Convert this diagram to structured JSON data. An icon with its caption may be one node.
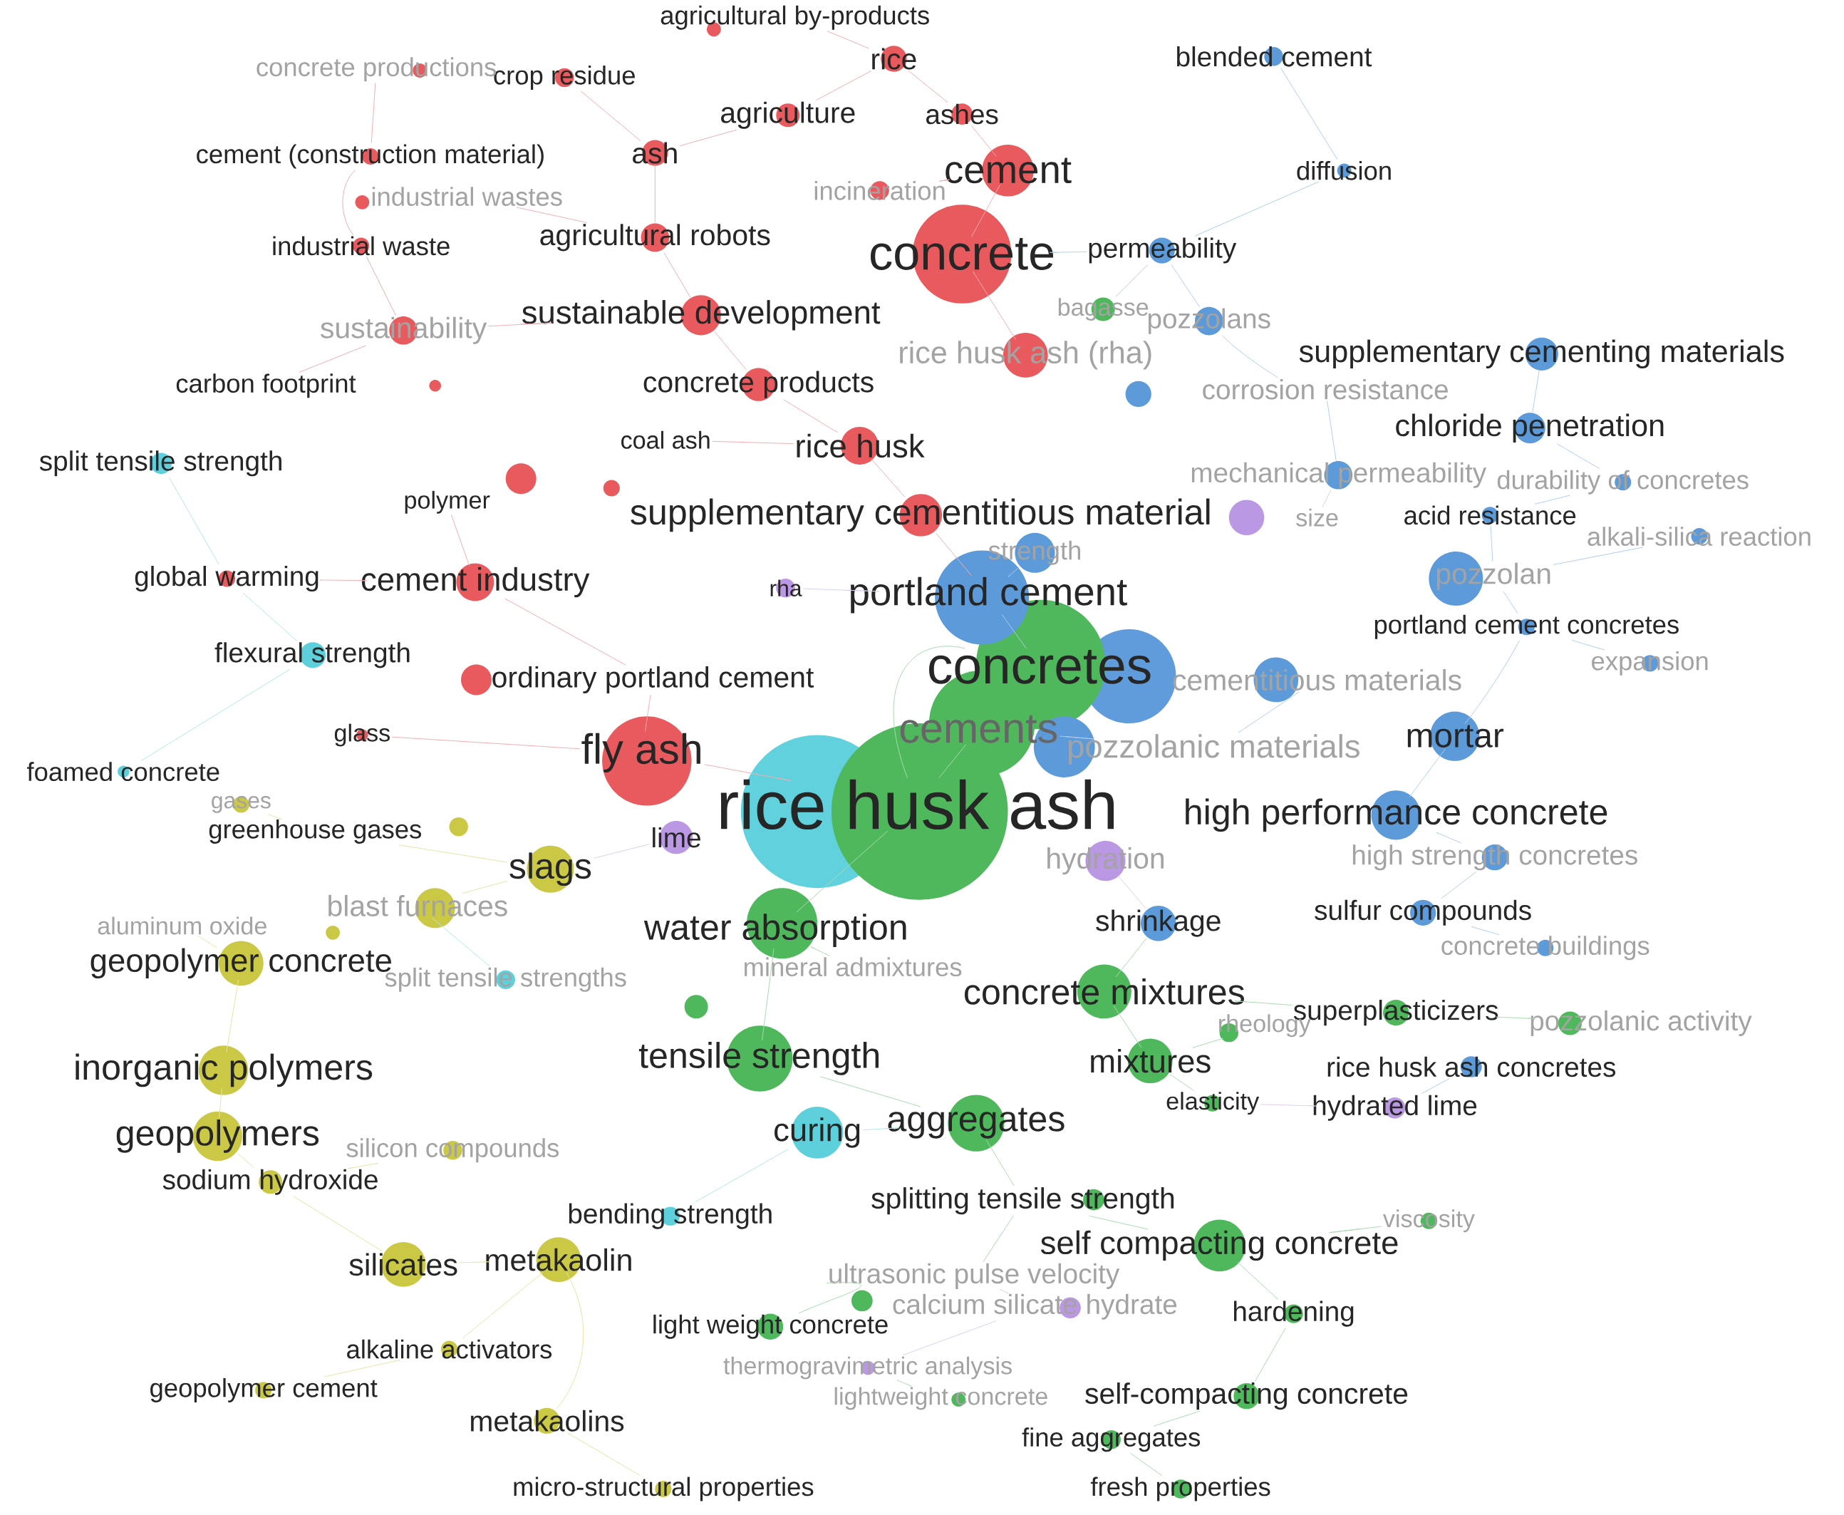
{
  "diagram": {
    "nodes": [
      {
        "text": [
          "agricultural by-products"
        ]
      },
      {
        "text": [
          "rice"
        ]
      },
      {
        "text": [
          "crop residue"
        ]
      },
      {
        "text": [
          "agriculture"
        ]
      },
      {
        "text": [
          "ashes"
        ]
      },
      {
        "text": [
          "cement (construction material)"
        ]
      },
      {
        "text": [
          "ash"
        ]
      },
      {
        "text": [
          "cement"
        ]
      },
      {
        "text": [
          "industrial wastes"
        ]
      },
      {
        "text": [
          "incineration"
        ]
      },
      {
        "text": [
          "industrial waste"
        ]
      },
      {
        "text": [
          "agricultural robots"
        ]
      },
      {
        "text": [
          "concrete"
        ]
      },
      {
        "text": [
          "sustainable development"
        ]
      },
      {
        "text": [
          "sustainability"
        ]
      },
      {
        "text": [
          "carbon footprint"
        ]
      },
      {
        "text": [
          "concrete products"
        ]
      },
      {
        "text": [
          "coal ash"
        ]
      },
      {
        "text": [
          "rice husk"
        ]
      },
      {
        "text": [
          "split tensile strength"
        ]
      },
      {
        "text": [
          "polymer"
        ]
      },
      {
        "text": [
          "supplementary cementitious material"
        ]
      },
      {
        "text": [
          "global warming"
        ]
      },
      {
        "text": [
          "cement industry"
        ]
      },
      {
        "text": [
          "flexural strength"
        ]
      },
      {
        "text": [
          "ordinary portland cement"
        ]
      },
      {
        "text": [
          "glass"
        ]
      },
      {
        "text": [
          "foamed concrete"
        ]
      },
      {
        "text": [
          "fly ash"
        ]
      },
      {
        "text": [
          "rice husk ash"
        ]
      },
      {
        "text": [
          "portland cement"
        ]
      },
      {
        "text": [
          "rha"
        ]
      },
      {
        "text": [
          "concretes"
        ]
      },
      {
        "text": [
          "cements"
        ]
      },
      {
        "text": [
          "pozzolanic materials"
        ]
      },
      {
        "text": [
          "lime"
        ]
      },
      {
        "text": [
          "slags"
        ]
      },
      {
        "text": [
          "greenhouse gases"
        ]
      },
      {
        "text": [
          "gases"
        ]
      },
      {
        "text": [
          "aluminum oxide"
        ]
      },
      {
        "text": [
          "blast furnaces"
        ]
      },
      {
        "text": [
          "geopolymer concrete"
        ]
      },
      {
        "text": [
          "split tensile strengths"
        ]
      },
      {
        "text": [
          "water absorption"
        ]
      },
      {
        "text": [
          "mineral admixtures"
        ]
      },
      {
        "text": [
          "inorganic polymers"
        ]
      },
      {
        "text": [
          "tensile strength"
        ]
      },
      {
        "text": [
          "geopolymers"
        ]
      },
      {
        "text": [
          "silicon compounds"
        ]
      },
      {
        "text": [
          "sodium hydroxide"
        ]
      },
      {
        "text": [
          "curing"
        ]
      },
      {
        "text": [
          "aggregates"
        ]
      },
      {
        "text": [
          "bending strength"
        ]
      },
      {
        "text": [
          "splitting tensile strength"
        ]
      },
      {
        "text": [
          "silicates"
        ]
      },
      {
        "text": [
          "metakaolin"
        ]
      },
      {
        "text": [
          "self compacting concrete"
        ]
      },
      {
        "text": [
          "ultrasonic pulse velocity"
        ]
      },
      {
        "text": [
          "calcium silicate hydrate"
        ]
      },
      {
        "text": [
          "light weight concrete"
        ]
      },
      {
        "text": [
          "alkaline activators"
        ]
      },
      {
        "text": [
          "hardening"
        ]
      },
      {
        "text": [
          "geopolymer cement"
        ]
      },
      {
        "text": [
          "thermogravimetric analysis"
        ]
      },
      {
        "text": [
          "lightweight concrete"
        ]
      },
      {
        "text": [
          "self-compacting concrete"
        ]
      },
      {
        "text": [
          "metakaolins"
        ]
      },
      {
        "text": [
          "fine aggregates"
        ]
      },
      {
        "text": [
          "micro-structural properties"
        ]
      },
      {
        "text": [
          "fresh properties"
        ]
      },
      {
        "text": [
          "blended cement"
        ]
      },
      {
        "text": [
          "diffusion"
        ]
      },
      {
        "text": [
          "permeability"
        ]
      },
      {
        "text": [
          "bagasse"
        ]
      },
      {
        "text": [
          "pozzolans"
        ]
      },
      {
        "text": [
          "rice husk ash (rha)"
        ]
      },
      {
        "text": [
          "supplementary cementing materials"
        ]
      },
      {
        "text": [
          "corrosion resistance"
        ]
      },
      {
        "text": [
          "chloride penetration"
        ]
      },
      {
        "text": [
          "mechanical permeability"
        ]
      },
      {
        "text": [
          "durability of concretes"
        ]
      },
      {
        "text": [
          "acid resistance"
        ]
      },
      {
        "text": [
          "alkali-silica reaction"
        ]
      },
      {
        "text": [
          "portland cement concretes"
        ]
      },
      {
        "text": [
          "expansion"
        ]
      },
      {
        "text": [
          "mortar"
        ]
      },
      {
        "text": [
          "high performance concrete"
        ]
      },
      {
        "text": [
          "hydration"
        ]
      },
      {
        "text": [
          "high strength concretes"
        ]
      },
      {
        "text": [
          "shrinkage"
        ]
      },
      {
        "text": [
          "sulfur compounds"
        ]
      },
      {
        "text": [
          "concrete buildings"
        ]
      },
      {
        "text": [
          "concrete mixtures"
        ]
      },
      {
        "text": [
          "superplasticizers"
        ]
      },
      {
        "text": [
          "pozzolanic activity"
        ]
      },
      {
        "text": [
          "mixtures"
        ]
      },
      {
        "text": [
          "rice husk ash concretes"
        ]
      },
      {
        "text": [
          "elasticity"
        ]
      },
      {
        "text": [
          "hydrated lime"
        ]
      },
      {
        "text": [
          "viscosity"
        ]
      },
      {
        "text": [
          "concrete productions"
        ]
      },
      {
        "text": [
          "strength"
        ]
      },
      {
        "text": [
          "size"
        ]
      },
      {
        "text": [
          "pozzolan"
        ]
      },
      {
        "text": [
          "cementitious materials"
        ]
      },
      {
        "text": [
          "rheology"
        ]
      }
    ],
    "edges": [
      {
        "from": 0,
        "to": 1,
        "arrow": "none"
      },
      {
        "from": 1,
        "to": 4,
        "arrow": "none"
      },
      {
        "from": 3,
        "to": 1,
        "arrow": "none"
      },
      {
        "from": 6,
        "to": 3,
        "arrow": "none"
      },
      {
        "from": 2,
        "to": 6,
        "arrow": "none"
      },
      {
        "from": 100,
        "to": 5,
        "arrow": "none"
      },
      {
        "from": 5,
        "to": 10,
        "arrow": "none"
      },
      {
        "from": 8,
        "to": 11,
        "arrow": "none"
      },
      {
        "from": 9,
        "to": 7,
        "arrow": "none"
      },
      {
        "from": 4,
        "to": 7,
        "arrow": "none"
      },
      {
        "from": 7,
        "to": 12,
        "arrow": "none"
      },
      {
        "from": 11,
        "to": 13,
        "arrow": "none"
      },
      {
        "from": 6,
        "to": 11,
        "arrow": "none"
      },
      {
        "from": 10,
        "to": 14,
        "arrow": "none"
      },
      {
        "from": 14,
        "to": 13,
        "arrow": "none"
      },
      {
        "from": 15,
        "to": 14,
        "arrow": "none"
      },
      {
        "from": 13,
        "to": 16,
        "arrow": "none"
      },
      {
        "from": 16,
        "to": 18,
        "arrow": "none"
      },
      {
        "from": 17,
        "to": 18,
        "arrow": "none"
      },
      {
        "from": 18,
        "to": 21,
        "arrow": "none"
      },
      {
        "from": 20,
        "to": 23,
        "arrow": "none"
      },
      {
        "from": 22,
        "to": 23,
        "arrow": "none"
      },
      {
        "from": 23,
        "to": 25,
        "arrow": "none"
      },
      {
        "from": 25,
        "to": 28,
        "arrow": "none"
      },
      {
        "from": 26,
        "to": 28,
        "arrow": "none"
      },
      {
        "from": 28,
        "to": 29,
        "arrow": "none"
      },
      {
        "from": 21,
        "to": 30,
        "arrow": "none"
      },
      {
        "from": 75,
        "to": 12,
        "arrow": "none"
      },
      {
        "from": 19,
        "to": 22,
        "arrow": "none"
      },
      {
        "from": 24,
        "to": 22,
        "arrow": "none"
      },
      {
        "from": 27,
        "to": 24,
        "arrow": "none"
      },
      {
        "from": 50,
        "to": 51,
        "arrow": "none"
      },
      {
        "from": 52,
        "to": 50,
        "arrow": "none"
      },
      {
        "from": 35,
        "to": 36,
        "arrow": "none"
      },
      {
        "from": 37,
        "to": 36,
        "arrow": "none"
      },
      {
        "from": 38,
        "to": 37,
        "arrow": "none"
      },
      {
        "from": 39,
        "to": 41,
        "arrow": "none"
      },
      {
        "from": 40,
        "to": 36,
        "arrow": "none"
      },
      {
        "from": 41,
        "to": 45,
        "arrow": "none"
      },
      {
        "from": 45,
        "to": 47,
        "arrow": "none"
      },
      {
        "from": 47,
        "to": 49,
        "arrow": "none"
      },
      {
        "from": 48,
        "to": 49,
        "arrow": "none"
      },
      {
        "from": 54,
        "to": 49,
        "arrow": "none"
      },
      {
        "from": 55,
        "to": 54,
        "arrow": "none"
      },
      {
        "from": 60,
        "to": 55,
        "arrow": "none"
      },
      {
        "from": 62,
        "to": 60,
        "arrow": "none"
      },
      {
        "from": 66,
        "to": 55,
        "arrow": "none"
      },
      {
        "from": 68,
        "to": 66,
        "arrow": "none"
      },
      {
        "from": 42,
        "to": 40,
        "arrow": "none"
      },
      {
        "from": 32,
        "to": 29,
        "arrow": "none"
      },
      {
        "from": 33,
        "to": 29,
        "arrow": "none"
      },
      {
        "from": 43,
        "to": 29,
        "arrow": "none"
      },
      {
        "from": 44,
        "to": 43,
        "arrow": "none"
      },
      {
        "from": 46,
        "to": 43,
        "arrow": "none"
      },
      {
        "from": 51,
        "to": 46,
        "arrow": "none"
      },
      {
        "from": 53,
        "to": 51,
        "arrow": "none"
      },
      {
        "from": 56,
        "to": 53,
        "arrow": "none"
      },
      {
        "from": 57,
        "to": 53,
        "arrow": "none"
      },
      {
        "from": 59,
        "to": 57,
        "arrow": "none"
      },
      {
        "from": 61,
        "to": 56,
        "arrow": "none"
      },
      {
        "from": 65,
        "to": 61,
        "arrow": "none"
      },
      {
        "from": 67,
        "to": 65,
        "arrow": "none"
      },
      {
        "from": 69,
        "to": 67,
        "arrow": "none"
      },
      {
        "from": 73,
        "to": 72,
        "arrow": "none"
      },
      {
        "from": 92,
        "to": 89,
        "arrow": "none"
      },
      {
        "from": 93,
        "to": 92,
        "arrow": "none"
      },
      {
        "from": 94,
        "to": 93,
        "arrow": "none"
      },
      {
        "from": 95,
        "to": 92,
        "arrow": "none"
      },
      {
        "from": 97,
        "to": 95,
        "arrow": "none"
      },
      {
        "from": 99,
        "to": 56,
        "arrow": "none"
      },
      {
        "from": 105,
        "to": 95,
        "arrow": "none"
      },
      {
        "from": 30,
        "to": 32,
        "arrow": "none"
      },
      {
        "from": 34,
        "to": 33,
        "arrow": "none"
      },
      {
        "from": 70,
        "to": 71,
        "arrow": "none"
      },
      {
        "from": 71,
        "to": 72,
        "arrow": "none"
      },
      {
        "from": 72,
        "to": 12,
        "arrow": "none"
      },
      {
        "from": 74,
        "to": 72,
        "arrow": "none"
      },
      {
        "from": 76,
        "to": 78,
        "arrow": "none"
      },
      {
        "from": 77,
        "to": 74,
        "arrow": "none"
      },
      {
        "from": 80,
        "to": 81,
        "arrow": "none"
      },
      {
        "from": 79,
        "to": 77,
        "arrow": "none"
      },
      {
        "from": 80,
        "to": 78,
        "arrow": "none"
      },
      {
        "from": 81,
        "to": 103,
        "arrow": "none"
      },
      {
        "from": 82,
        "to": 103,
        "arrow": "none"
      },
      {
        "from": 83,
        "to": 103,
        "arrow": "none"
      },
      {
        "from": 84,
        "to": 83,
        "arrow": "none"
      },
      {
        "from": 85,
        "to": 86,
        "arrow": "none"
      },
      {
        "from": 86,
        "to": 88,
        "arrow": "none"
      },
      {
        "from": 88,
        "to": 90,
        "arrow": "none"
      },
      {
        "from": 90,
        "to": 91,
        "arrow": "none"
      },
      {
        "from": 96,
        "to": 98,
        "arrow": "none"
      },
      {
        "from": 101,
        "to": 30,
        "arrow": "none"
      },
      {
        "from": 83,
        "to": 85,
        "arrow": "none"
      },
      {
        "from": 104,
        "to": 34,
        "arrow": "none"
      },
      {
        "from": 102,
        "to": 79,
        "arrow": "none"
      },
      {
        "from": 31,
        "to": 30,
        "arrow": "none"
      },
      {
        "from": 58,
        "to": 57,
        "arrow": "none"
      },
      {
        "from": 63,
        "to": 58,
        "arrow": "none"
      },
      {
        "from": 64,
        "to": 63,
        "arrow": "none"
      },
      {
        "from": 87,
        "to": 89,
        "arrow": "none"
      },
      {
        "from": 98,
        "to": 97,
        "arrow": "none"
      }
    ]
  }
}
